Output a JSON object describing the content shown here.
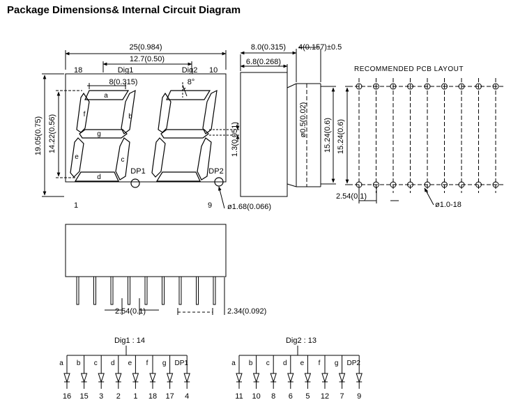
{
  "title": "Package Dimensions& Internal Circuit Diagram",
  "front_view": {
    "width_dim": "25(0.984)",
    "digit_pitch_dim": "12.7(0.50)",
    "segment_width_dim": "8(0.315)",
    "slant_dim": "8°",
    "height_dim": "19.05(0.75)",
    "digit_height_dim": "14.22(0.56)",
    "segment_thickness_dim": "1.3(0.051)",
    "dp_diameter_dim": "ø1.68(0.066)",
    "pin_18": "18",
    "pin_10": "10",
    "pin_1": "1",
    "pin_9": "9",
    "dig1": "Dig1",
    "dig2": "Dig2",
    "dp1": "DP1",
    "dp2": "DP2",
    "seg_a": "a",
    "seg_b": "b",
    "seg_c": "c",
    "seg_d": "d",
    "seg_e": "e",
    "seg_f": "f",
    "seg_g": "g"
  },
  "side_view": {
    "depth_dim": "8.0(0.315)",
    "pin_length_dim": "4(0.157)±0.5",
    "body_depth_dim": "6.8(0.268)",
    "pin_diameter_dim": "ø0.5(0.02)",
    "row_spacing_dim": "15.24(0.6)"
  },
  "pcb_layout": {
    "title": "RECOMMENDED PCB LAYOUT",
    "row_spacing_dim": "15.24(0.6)",
    "pitch_dim": "2.54(0.1)",
    "hole_dim": "ø1.0-18",
    "columns": 9
  },
  "bottom_view": {
    "pitch_dim": "2.54(0.1)",
    "offset_dim": "2.34(0.092)",
    "pins": 9
  },
  "circuit": {
    "dig1": {
      "common_label": "Dig1 : 14",
      "segments": [
        "a",
        "b",
        "c",
        "d",
        "e",
        "f",
        "g",
        "DP1"
      ],
      "pins": [
        "16",
        "15",
        "3",
        "2",
        "1",
        "18",
        "17",
        "4"
      ]
    },
    "dig2": {
      "common_label": "Dig2 : 13",
      "segments": [
        "a",
        "b",
        "c",
        "d",
        "e",
        "f",
        "g",
        "DP2"
      ],
      "pins": [
        "11",
        "10",
        "8",
        "6",
        "5",
        "12",
        "7",
        "9"
      ]
    }
  }
}
